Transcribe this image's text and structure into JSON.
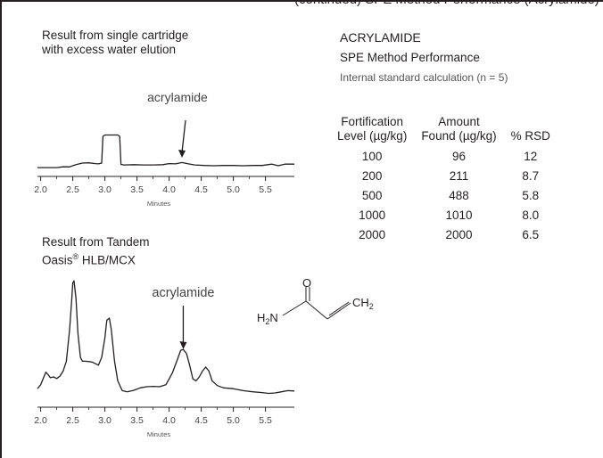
{
  "header_clip": "(continued) SPE Method Performance (Acrylamide)",
  "panel1": {
    "title_line1": "Result from single cartridge",
    "title_line2": "with excess water elution",
    "annotation": "acrylamide",
    "xlabel": "Minutes"
  },
  "panel2": {
    "title_line1": "Result from Tandem",
    "title_line2": "Oasis",
    "title_reg": "®",
    "title_suffix": " HLB/MCX",
    "annotation": "acrylamide",
    "xlabel": "Minutes"
  },
  "right": {
    "title": "ACRYLAMIDE",
    "subtitle": "SPE Method Performance",
    "note": "Internal standard calculation (n = 5)"
  },
  "molecule": {
    "h2n": "H2N",
    "ch2": "CH2",
    "o": "O"
  },
  "chart_data": [
    {
      "type": "line",
      "title": "Result from single cartridge with excess water elution",
      "xlabel": "Minutes",
      "xlim": [
        1.95,
        5.95
      ],
      "xticks": [
        "2.0",
        "2.5",
        "3.0",
        "3.5",
        "4.0",
        "4.5",
        "5.0",
        "5.5"
      ],
      "annotation": {
        "text": "acrylamide",
        "x": 4.2
      },
      "series": [
        {
          "x": [
            1.95,
            2.1,
            2.25,
            2.35,
            2.45,
            2.55,
            2.65,
            2.75,
            2.85,
            2.9,
            2.95,
            2.97,
            3.0,
            3.05,
            3.15,
            3.2,
            3.23,
            3.25,
            3.3,
            3.45,
            3.6,
            3.75,
            3.9,
            4.0,
            4.1,
            4.2,
            4.3,
            4.4,
            4.55,
            4.7,
            4.85,
            5.0,
            5.15,
            5.3,
            5.45,
            5.6,
            5.7,
            5.8,
            5.95
          ],
          "y": [
            0.3,
            0.3,
            0.3,
            0.6,
            0.55,
            1.4,
            2.0,
            2.1,
            1.8,
            1.7,
            2.0,
            12,
            12.5,
            12.5,
            12.5,
            12.5,
            12,
            1.5,
            1.3,
            1.4,
            1.3,
            1.3,
            1.4,
            1.8,
            1.7,
            2.2,
            1.7,
            1.3,
            1.1,
            1.0,
            1.1,
            1.1,
            1.0,
            1.1,
            1.1,
            1.6,
            1.0,
            1.6,
            1.6
          ]
        }
      ]
    },
    {
      "type": "line",
      "title": "Result from Tandem Oasis® HLB/MCX",
      "xlabel": "Minutes",
      "xlim": [
        1.95,
        5.95
      ],
      "xticks": [
        "2.0",
        "2.5",
        "3.0",
        "3.5",
        "4.0",
        "4.5",
        "5.0",
        "5.5"
      ],
      "annotation": {
        "text": "acrylamide",
        "x": 4.22
      },
      "series": [
        {
          "x": [
            1.95,
            2.0,
            2.05,
            2.08,
            2.12,
            2.15,
            2.2,
            2.25,
            2.3,
            2.35,
            2.4,
            2.45,
            2.48,
            2.5,
            2.52,
            2.55,
            2.58,
            2.62,
            2.65,
            2.7,
            2.8,
            2.9,
            2.95,
            3.0,
            3.03,
            3.07,
            3.1,
            3.15,
            3.2,
            3.27,
            3.35,
            3.45,
            3.55,
            3.65,
            3.75,
            3.85,
            3.95,
            4.0,
            4.05,
            4.12,
            4.18,
            4.22,
            4.27,
            4.32,
            4.37,
            4.42,
            4.47,
            4.52,
            4.57,
            4.62,
            4.67,
            4.75,
            4.85,
            5.0,
            5.15,
            5.3,
            5.45,
            5.55,
            5.65,
            5.75,
            5.85,
            5.95
          ],
          "y": [
            2.0,
            3.0,
            5.0,
            6.2,
            5.5,
            4.8,
            5.0,
            4.6,
            5.2,
            6.5,
            9.0,
            17.0,
            24.0,
            29.0,
            29.5,
            25.0,
            16.0,
            10.0,
            9.0,
            9.0,
            8.8,
            8.0,
            10.0,
            15.0,
            19.5,
            20.0,
            17.0,
            9.0,
            4.0,
            1.5,
            1.2,
            1.6,
            2.2,
            2.5,
            2.6,
            2.5,
            3.0,
            4.5,
            6.0,
            9.0,
            11.8,
            12.0,
            11.0,
            8.0,
            4.5,
            4.0,
            5.0,
            6.5,
            7.5,
            6.5,
            4.0,
            2.8,
            2.2,
            2.0,
            1.5,
            1.2,
            1.0,
            0.8,
            0.9,
            1.2,
            1.5,
            1.4
          ]
        }
      ]
    },
    {
      "type": "table",
      "title": "SPE Method Performance",
      "columns": [
        "Fortification Level (µg/kg)",
        "Amount Found (µg/kg)",
        "% RSD"
      ],
      "header_lines": [
        [
          "Fortification",
          "Level (µg/kg)"
        ],
        [
          "Amount",
          "Found (µg/kg)"
        ],
        [
          "",
          "% RSD"
        ]
      ],
      "rows": [
        [
          "100",
          "96",
          "12"
        ],
        [
          "200",
          "211",
          "8.7"
        ],
        [
          "500",
          "488",
          "5.8"
        ],
        [
          "1000",
          "1010",
          "8.0"
        ],
        [
          "2000",
          "2000",
          "6.5"
        ]
      ]
    }
  ]
}
